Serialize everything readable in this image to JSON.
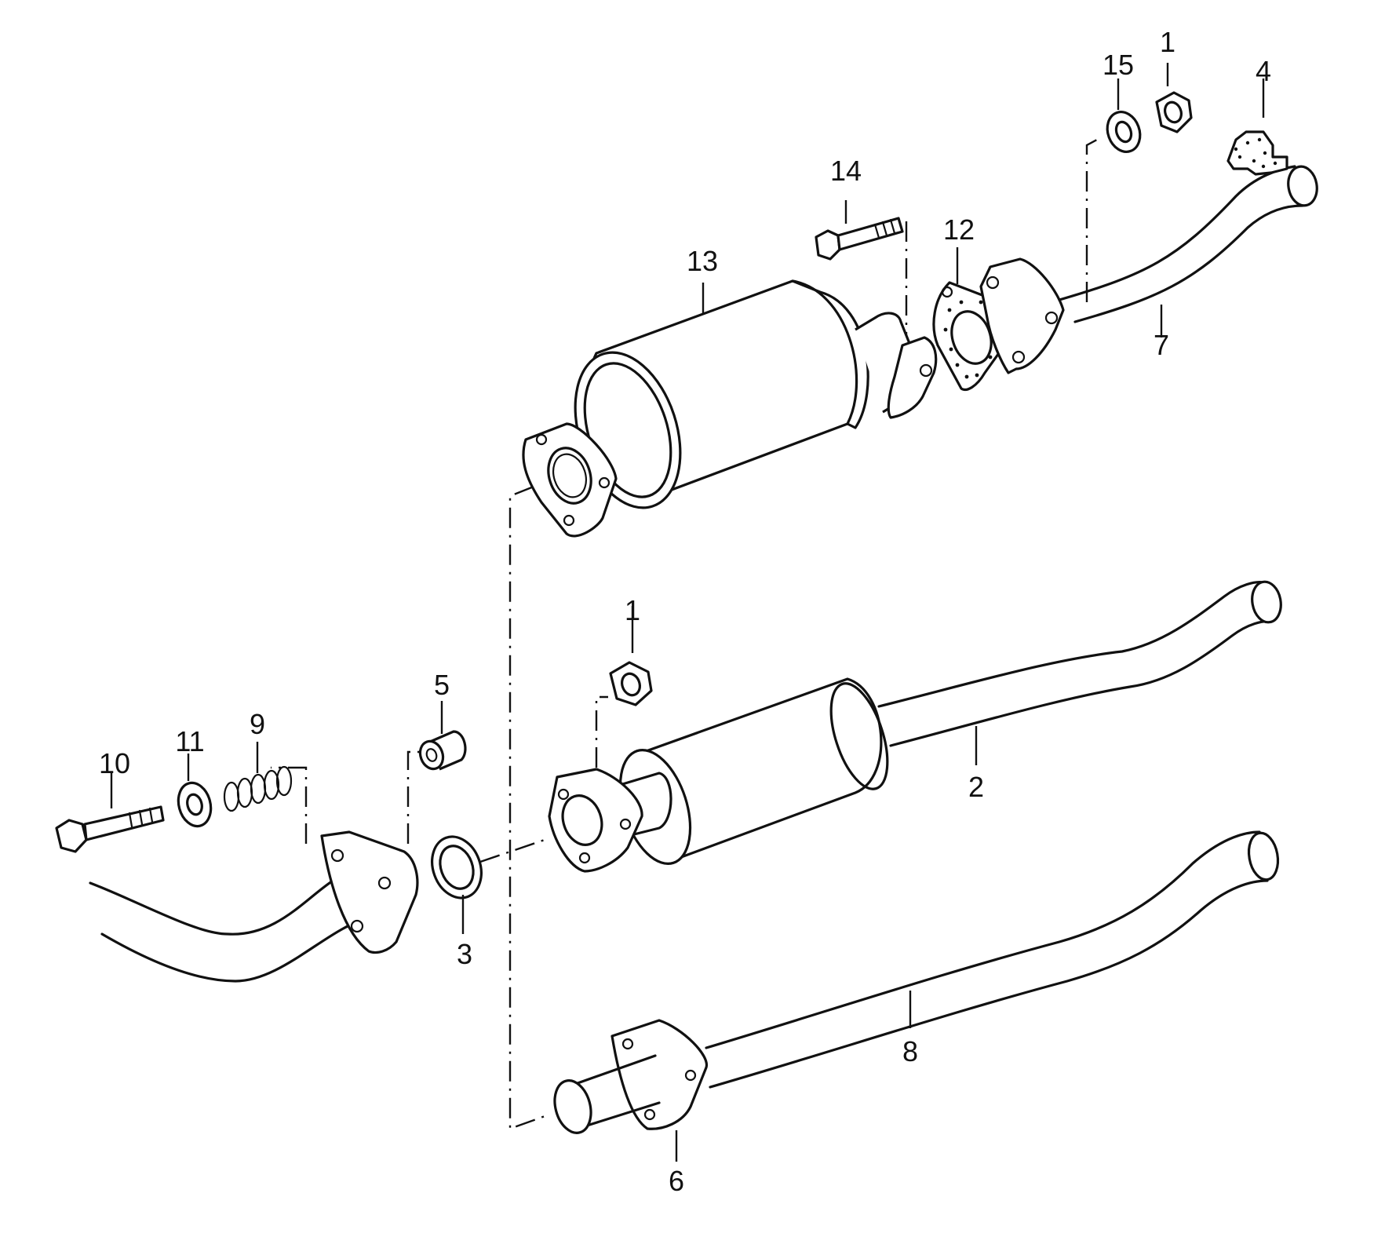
{
  "callouts": [
    {
      "id": "c1a",
      "text": "1"
    },
    {
      "id": "c1b",
      "text": "1"
    },
    {
      "id": "c2",
      "text": "2"
    },
    {
      "id": "c3",
      "text": "3"
    },
    {
      "id": "c4",
      "text": "4"
    },
    {
      "id": "c5",
      "text": "5"
    },
    {
      "id": "c6",
      "text": "6"
    },
    {
      "id": "c7",
      "text": "7"
    },
    {
      "id": "c8",
      "text": "8"
    },
    {
      "id": "c9",
      "text": "9"
    },
    {
      "id": "c10",
      "text": "10"
    },
    {
      "id": "c11",
      "text": "11"
    },
    {
      "id": "c12",
      "text": "12"
    },
    {
      "id": "c13",
      "text": "13"
    },
    {
      "id": "c14",
      "text": "14"
    },
    {
      "id": "c15",
      "text": "15"
    }
  ]
}
